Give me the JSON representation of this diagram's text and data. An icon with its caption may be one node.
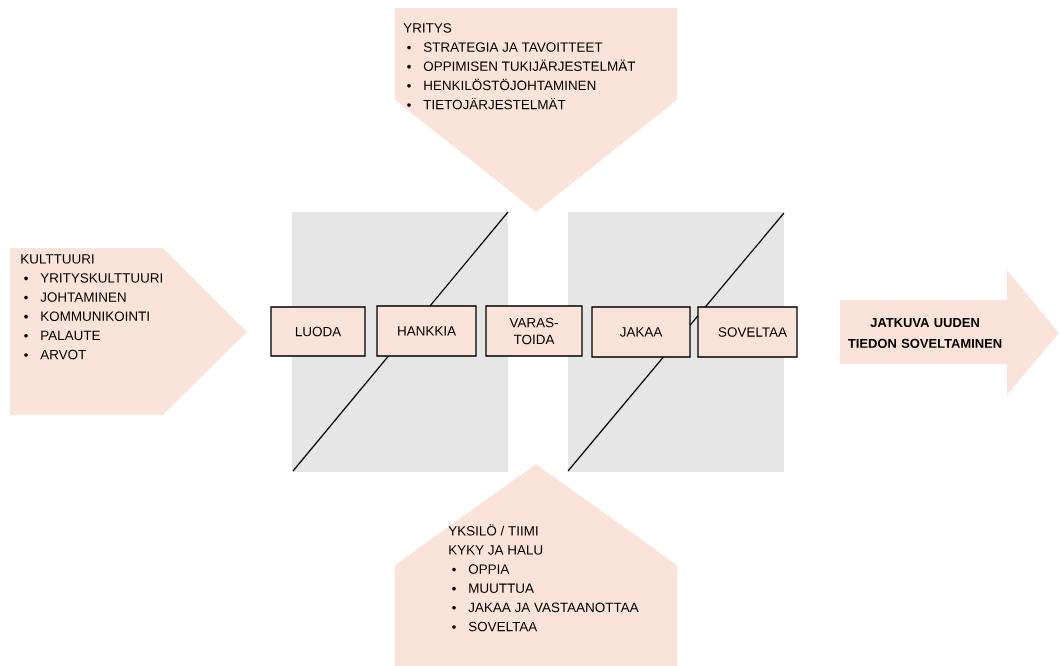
{
  "diagram": {
    "nodes": [
      {
        "text": [
          "YRITYS",
          "STRATEGIA JA TAVOITTEET",
          "OPPIMISEN TUKIJÄRJESTELMÄT",
          "HENKILÖSTÖJOHTAMINEN",
          "TIETOJÄRJESTELMÄT"
        ]
      },
      {
        "text": [
          "KULTTUURI",
          "YRITYSKULTTUURI",
          "JOHTAMINEN",
          "KOMMUNIKOINTI",
          "PALAUTE",
          "ARVOT"
        ]
      },
      {
        "text": [
          "LUODA"
        ]
      },
      {
        "text": [
          "HANKKIA"
        ]
      },
      {
        "text": [
          "VARAS- TOIDA"
        ]
      },
      {
        "text": [
          "JAKAA"
        ]
      },
      {
        "text": [
          "SOVELTAA"
        ]
      },
      {
        "text": [
          "JATKUVA UUDEN TIEDON SOVELTAMINEN"
        ]
      },
      {
        "text": [
          "YKSILÖ / TIIMI",
          "KYKY JA HALU",
          "OPPIA",
          "MUUTTUA",
          "JAKAA JA VASTAANOTTAA",
          "SOVELTAA"
        ]
      }
    ]
  }
}
